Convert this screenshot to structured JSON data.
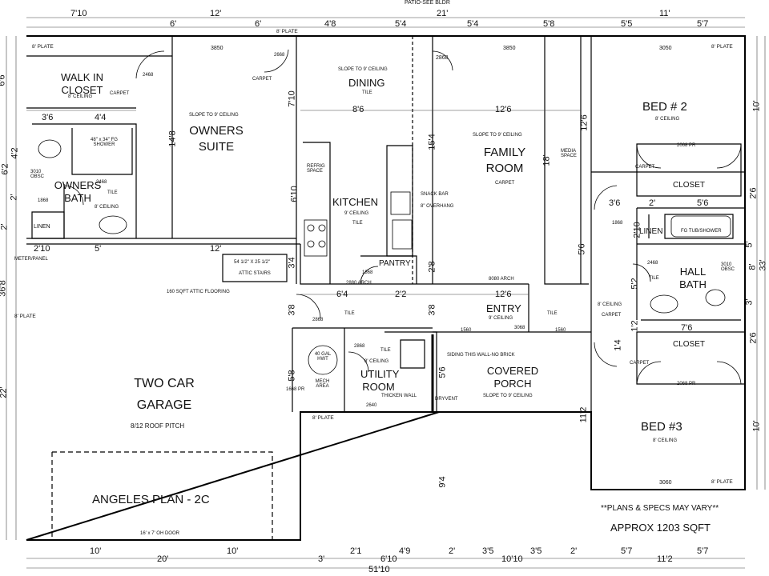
{
  "rooms": {
    "patio": "PATIO-SEE BLDR",
    "walk_in_closet": "WALK IN CLOSET",
    "walk_in_closet_ceiling": "8' CEILING",
    "walk_in_closet_door": "2468",
    "walk_in_closet_floor": "CARPET",
    "owners_suite": "OWNERS SUITE",
    "owners_suite_ceiling": "SLOPE TO 9' CEILING",
    "owners_suite_carpet": "CARPET",
    "owners_suite_door": "2668",
    "owners_bath": "OWNERS BATH",
    "owners_bath_ceiling": "8' CEILING",
    "owners_bath_tile": "TILE",
    "owners_bath_door": "2468",
    "owners_bath_window": "3010 OBSC",
    "fg_shower": "48\" x 34\" FG SHOWER",
    "linen_owner": "LINEN",
    "linen_owner_door": "1868",
    "dining": "DINING",
    "dining_ceiling": "SLOPE TO 9' CEILING",
    "dining_tile": "TILE",
    "dining_door": "2868",
    "family_room": "FAMILY ROOM",
    "family_room_ceiling": "SLOPE TO 9' CEILING",
    "family_room_carpet": "CARPET",
    "media_space": "MEDIA SPACE",
    "kitchen": "KITCHEN",
    "kitchen_ceiling": "9' CEILING",
    "kitchen_tile": "TILE",
    "refrig_space": "REFRIG SPACE",
    "snack_bar": "SNACK BAR",
    "overhang": "8\" OVERHANG",
    "pantry": "PANTRY",
    "pantry_door": "1868",
    "arch_2880": "2880 ARCH",
    "arch_8080": "8080 ARCH",
    "entry": "ENTRY",
    "entry_ceiling": "9' CEILING",
    "entry_tile": "TILE",
    "entry_door": "3068",
    "bed2": "BED # 2",
    "bed2_ceiling": "8' CEILING",
    "bed2_carpet": "CARPET",
    "closet_bed2": "CLOSET",
    "closet_bed2_door": "2068 PR",
    "linen_hall": "LINEN",
    "linen_hall_door": "1868",
    "fg_tub": "FG TUB/SHOWER",
    "hall_bath": "HALL BATH",
    "hall_bath_tile": "TILE",
    "hall_bath_door": "2468",
    "hall_bath_window": "3010 OBSC",
    "hall_ceiling": "8' CEILING",
    "hall_carpet": "CARPET",
    "hall_tile": "TILE",
    "bed3": "BED #3",
    "bed3_ceiling": "8' CEILING",
    "bed3_carpet": "CARPET",
    "closet_bed3": "CLOSET",
    "closet_bed3_door": "2068 PR",
    "utility_room": "UTILITY ROOM",
    "utility_ceiling": "8' CEILING",
    "utility_tile": "TILE",
    "utility_door": "2868",
    "thicken_wall": "THICKEN WALL",
    "dryvent": "DRYVENT",
    "mech_area": "MECH AREA",
    "mech_door": "1668 PR",
    "hwt": "40 GAL HWT",
    "garage_door_2868": "2868",
    "covered_porch": "COVERED PORCH",
    "covered_porch_ceiling": "SLOPE TO 9' CEILING",
    "siding_note": "SIDING THIS WALL-NO BRICK",
    "garage": "TWO CAR GARAGE",
    "roof_pitch": "8/12 ROOF PITCH",
    "oh_door": "16' x 7' OH DOOR",
    "meter_panel": "METER/PANEL",
    "attic_stairs_size": "54 1/2\" X 25 1/2\"",
    "attic_stairs": "ATTIC STAIRS",
    "attic_flooring": "160 SQFT ATTIC FLOORING",
    "plate_8": "8' PLATE"
  },
  "windows": {
    "w3850_a": "3850",
    "w3850_b": "3850",
    "w3050": "3050",
    "w3060": "3060",
    "w1560_a": "1560",
    "w1560_b": "1560",
    "w2640": "2640",
    "w2868_fam": "2868"
  },
  "plan": {
    "title": "ANGELES PLAN - 2C",
    "disclaimer": "**PLANS & SPECS MAY VARY**",
    "sqft": "APPROX 1203 SQFT"
  },
  "dims_top": {
    "overall_left": "7'10",
    "overall_mid1": "12'",
    "overall_mid2": "21'",
    "overall_right": "11'",
    "d6a": "6'",
    "d6b": "6'",
    "d48": "4'8",
    "d54a": "5'4",
    "d54b": "5'4",
    "d58": "5'8",
    "d55": "5'5",
    "d57": "5'7"
  },
  "dims_bottom": {
    "d10a": "10'",
    "d10b": "10'",
    "d20": "20'",
    "d3": "3'",
    "d21": "2'1",
    "d49": "4'9",
    "d2a": "2'",
    "d35a": "3'5",
    "d35b": "3'5",
    "d2b": "2'",
    "d57a": "5'7",
    "d57b": "5'7",
    "d610": "6'10",
    "d1010": "10'10",
    "d112": "11'2",
    "total": "51'10"
  },
  "dims_left": {
    "d66": "6'6",
    "d368": "36'8",
    "d22": "22'",
    "d62": "6'2",
    "d42": "4'2",
    "d2a": "2'",
    "d2b": "2'"
  },
  "dims_right": {
    "d10a": "10'",
    "d26a": "2'6",
    "d5": "5'",
    "d8": "8'",
    "d3": "3'",
    "d26b": "2'6",
    "d10b": "10'",
    "d33": "33'"
  },
  "dims_interior": {
    "d710": "7'10",
    "d36": "3'6",
    "d44": "4'4",
    "d148": "14'8",
    "d86": "8'6",
    "d126": "12'6",
    "d154": "15'4",
    "d18": "18'",
    "d126v": "12'6",
    "d610": "6'10",
    "d34": "3'4",
    "d210": "2'10",
    "d5": "5'",
    "d12": "12'",
    "d64": "6'4",
    "d22": "2'2",
    "d126h": "12'6",
    "d28": "2'8",
    "d38a": "3'8",
    "d38b": "3'8",
    "d58": "5'8",
    "d56": "5'6",
    "d112": "11'2",
    "d94": "9'4",
    "d36b": "3'6",
    "d2": "2'",
    "d56b": "5'6",
    "d210b": "2'10",
    "d56c": "5'6",
    "d52": "5'2",
    "d12b": "1'2",
    "d76": "7'6",
    "d14": "1'4"
  },
  "colors": {
    "line": "#000000",
    "background": "#ffffff",
    "dim_line": "#444444"
  }
}
